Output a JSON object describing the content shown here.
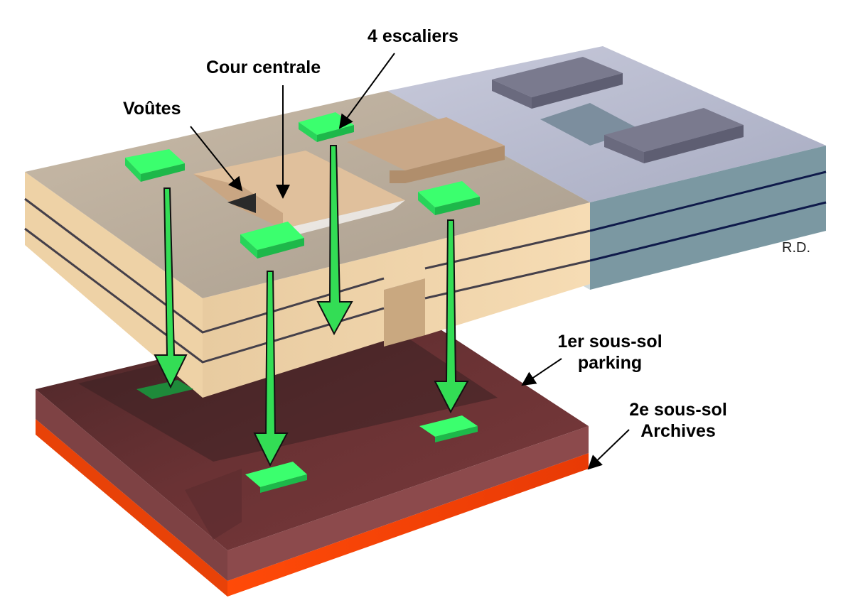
{
  "labels": {
    "escaliers": "4 escaliers",
    "cour": "Cour centrale",
    "voutes": "Voûtes",
    "sous_sol_1_line1": "1er sous-sol",
    "sous_sol_1_line2": "parking",
    "sous_sol_2_line1": "2e sous-sol",
    "sous_sol_2_line2": "Archives",
    "signature": "R.D."
  },
  "colors": {
    "building_side": "#f0d3a8",
    "building_top": "#bdb0a0",
    "annex_top": "#b4b8cc",
    "annex_side": "#7e9ca6",
    "stair_green": "#2ee85a",
    "arrow_green": "#2fd44f",
    "parking_top": "#6e3234",
    "parking_side": "#8e4a4c",
    "archives_side": "#ff5010"
  }
}
